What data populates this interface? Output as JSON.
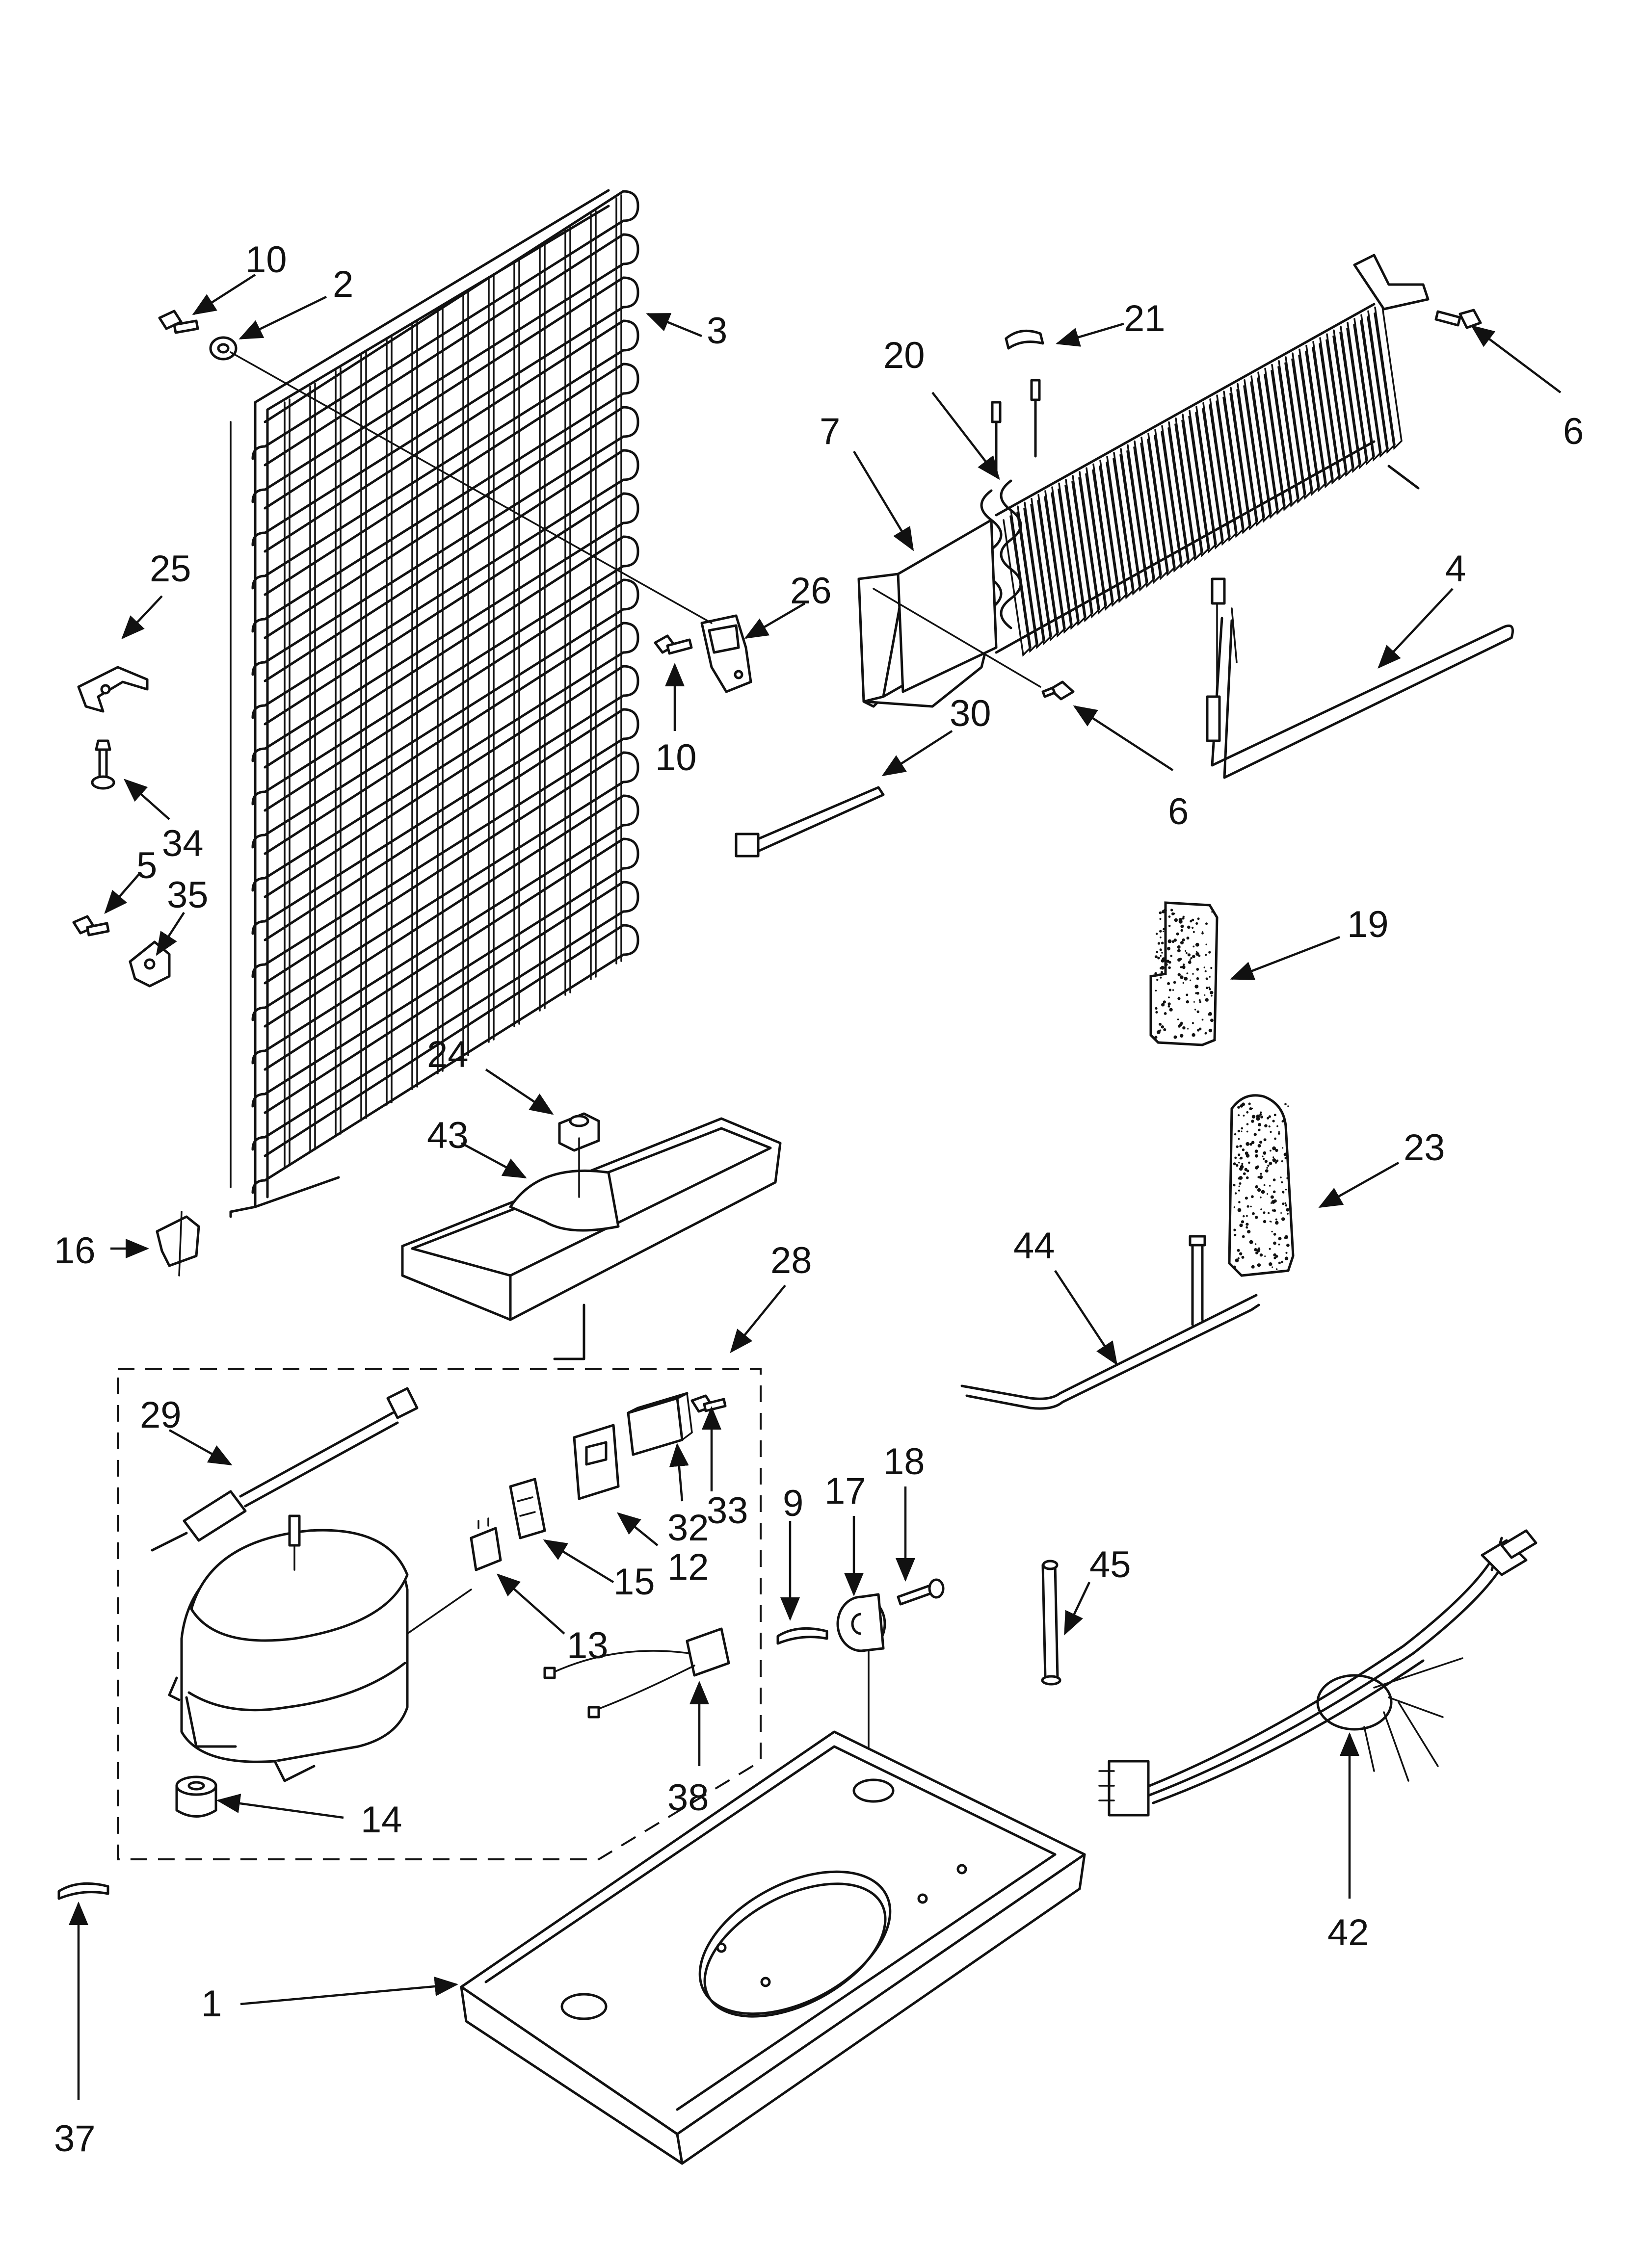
{
  "callouts": [
    "10",
    "2",
    "3",
    "6",
    "21",
    "20",
    "7",
    "25",
    "26",
    "4",
    "10",
    "34",
    "30",
    "6",
    "5",
    "35",
    "19",
    "24",
    "43",
    "23",
    "16",
    "28",
    "44",
    "29",
    "18",
    "17",
    "9",
    "33",
    "32",
    "12",
    "15",
    "13",
    "45",
    "14",
    "38",
    "42",
    "1",
    "37"
  ]
}
